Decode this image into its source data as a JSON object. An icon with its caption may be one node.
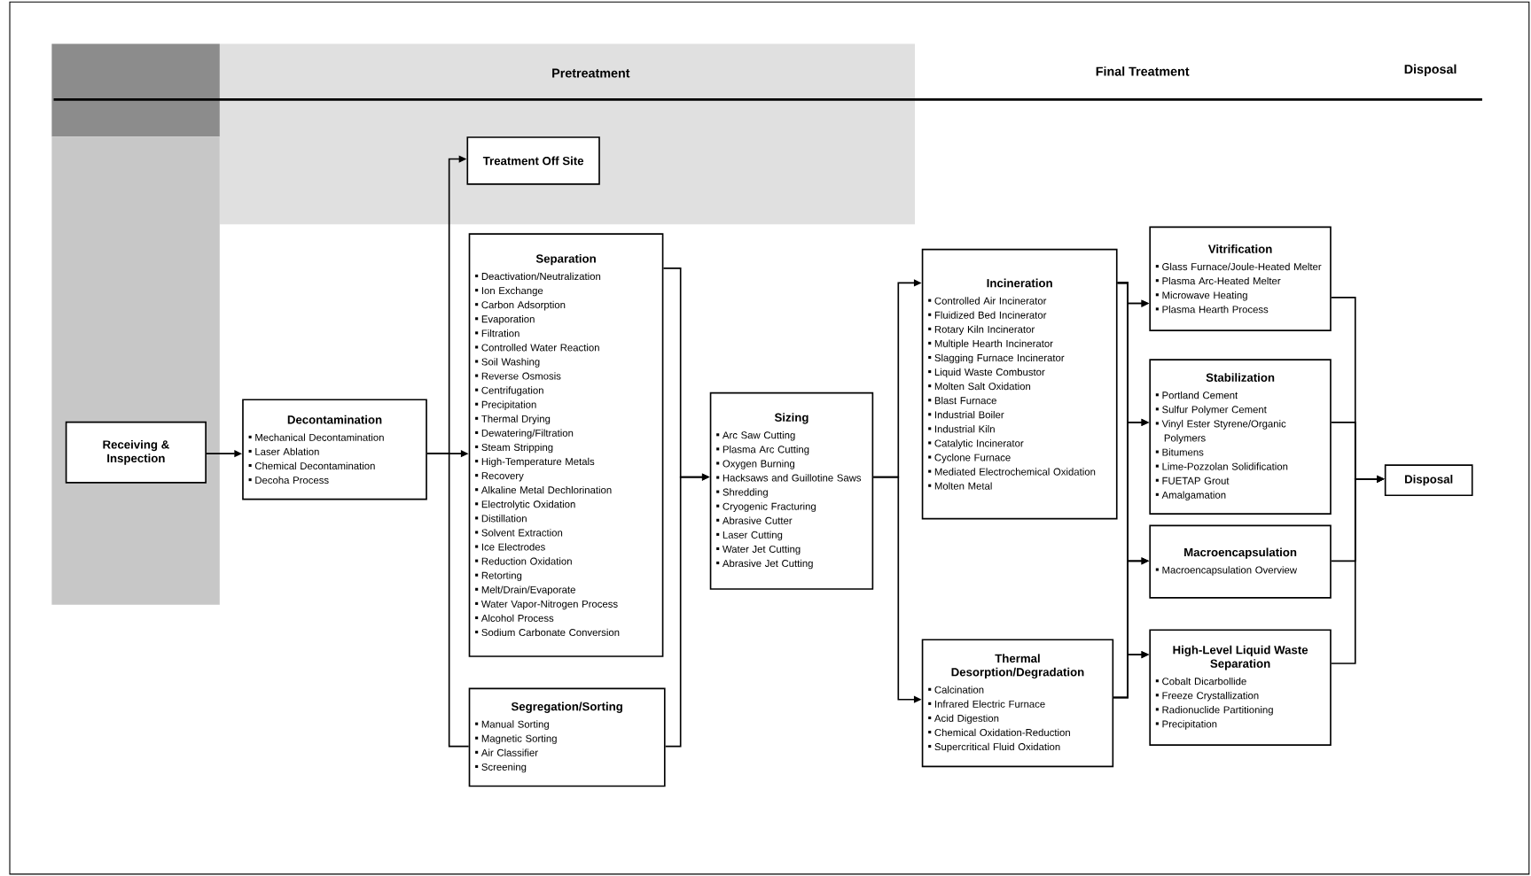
{
  "diagram": {
    "nodes": [
      {
        "text": [
          "Receiving & Inspection"
        ]
      },
      {
        "text": [
          "Decontamination",
          "Mechanical Decontamination",
          "Laser Ablation",
          "Chemical Decontamination",
          "Decoha Process"
        ]
      },
      {
        "text": [
          "Treatment Off Site"
        ]
      },
      {
        "text": [
          "Separation",
          "Deactivation/Neutralization",
          "Ion Exchange",
          "Carbon Adsorption",
          "Evaporation",
          "Filtration",
          "Controlled Water Reaction",
          "Soil Washing",
          "Reverse Osmosis",
          "Centrifugation",
          "Precipitation",
          "Thermal Drying",
          "Dewatering/Filtration",
          "Steam Stripping",
          "High-Temperature Metals",
          "Recovery",
          "Alkaline Metal Dechlorination",
          "Electrolytic Oxidation",
          "Distillation",
          "Solvent Extraction",
          "Ice Electrodes",
          "Reduction Oxidation",
          "Retorting",
          "Melt/Drain/Evaporate",
          "Water Vapor-Nitrogen Process",
          "Alcohol Process",
          "Sodium Carbonate Conversion"
        ]
      },
      {
        "text": [
          "Segregation/Sorting",
          "Manual Sorting",
          "Magnetic Sorting",
          "Air Classifier",
          "Screening"
        ]
      },
      {
        "text": [
          "Sizing",
          "Arc Saw Cutting",
          "Plasma Arc Cutting",
          "Oxygen Burning",
          "Hacksaws and Guillotine Saws",
          "Shredding",
          "Cryogenic Fracturing",
          "Abrasive Cutter",
          "Laser Cutting",
          "Water Jet Cutting",
          "Abrasive Jet Cutting"
        ]
      },
      {
        "text": [
          "Incineration",
          "Controlled Air Incinerator",
          "Fluidized Bed Incinerator",
          "Rotary Kiln Incinerator",
          "Multiple Hearth Incinerator",
          "Slagging Furnace Incinerator",
          "Liquid Waste Combustor",
          "Molten Salt Oxidation",
          "Blast Furnace",
          "Industrial Boiler",
          "Industrial Kiln",
          "Catalytic Incinerator",
          "Cyclone Furnace",
          "Mediated Electrochemical Oxidation",
          "Molten Metal"
        ]
      },
      {
        "text": [
          "Thermal Desorption/Degradation",
          "Calcination",
          "Infrared Electric Furnace",
          "Acid Digestion",
          "Chemical Oxidation-Reduction",
          "Supercritical Fluid Oxidation"
        ]
      },
      {
        "text": [
          "Vitrification",
          "Glass Furnace/Joule-Heated Melter",
          "Plasma Arc-Heated Melter",
          "Microwave Heating",
          "Plasma Hearth Process"
        ]
      },
      {
        "text": [
          "Stabilization",
          "Portland Cement",
          "Sulfur Polymer Cement",
          "Vinyl Ester Styrene/Organic Polymers",
          "Bitumens",
          "Lime-Pozzolan Solidification",
          "FUETAP Grout",
          "Amalgamation"
        ]
      },
      {
        "text": [
          "Macroencapsulation",
          "Macroencapsulation Overview"
        ]
      },
      {
        "text": [
          "High-Level Liquid Waste Separation",
          "Cobalt Dicarbollide",
          "Freeze Crystallization",
          "Radionuclide Partitioning",
          "Precipitation"
        ]
      },
      {
        "text": [
          "Disposal"
        ]
      }
    ],
    "edges": [
      {
        "from": 0,
        "to": 1,
        "arrow": "to"
      },
      {
        "from": 1,
        "to": 2,
        "arrow": "to"
      },
      {
        "from": 1,
        "to": 3,
        "arrow": "to"
      },
      {
        "from": 1,
        "to": 4,
        "arrow": "none"
      },
      {
        "from": 3,
        "to": 5,
        "arrow": "to"
      },
      {
        "from": 4,
        "to": 5,
        "arrow": "to"
      },
      {
        "from": 5,
        "to": 6,
        "arrow": "to"
      },
      {
        "from": 5,
        "to": 7,
        "arrow": "to"
      },
      {
        "from": 6,
        "to": 8,
        "arrow": "to"
      },
      {
        "from": 6,
        "to": 9,
        "arrow": "to"
      },
      {
        "from": 6,
        "to": 10,
        "arrow": "to"
      },
      {
        "from": 6,
        "to": 11,
        "arrow": "to"
      },
      {
        "from": 7,
        "to": 8,
        "arrow": "to"
      },
      {
        "from": 7,
        "to": 9,
        "arrow": "to"
      },
      {
        "from": 7,
        "to": 10,
        "arrow": "to"
      },
      {
        "from": 7,
        "to": 11,
        "arrow": "to"
      },
      {
        "from": 8,
        "to": 12,
        "arrow": "to"
      },
      {
        "from": 9,
        "to": 12,
        "arrow": "to"
      },
      {
        "from": 10,
        "to": 12,
        "arrow": "to"
      },
      {
        "from": 11,
        "to": 12,
        "arrow": "to"
      }
    ],
    "labels": [
      "Pretreatment",
      "Final Treatment",
      "Disposal"
    ]
  }
}
